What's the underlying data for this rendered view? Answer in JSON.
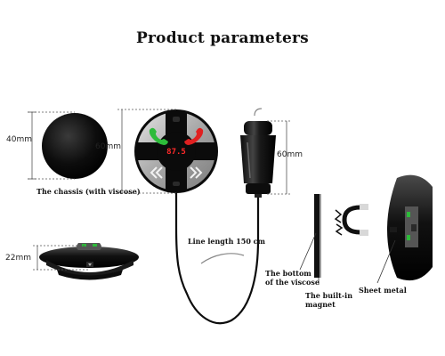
{
  "title": "Product parameters",
  "dimensions": {
    "chassis_diameter": "40mm",
    "device_diameter": "60mm",
    "charger_height": "60mm",
    "device_height": "22mm"
  },
  "labels": {
    "chassis": "The chassis (with viscose)",
    "line_length": "Line length 150 cm",
    "bottom_viscose_1": "The bottom",
    "bottom_viscose_2": "of the viscose",
    "magnet_1": "The built-in",
    "magnet_2": "magnet",
    "sheet_metal": "Sheet metal"
  },
  "display": {
    "frequency": "87.5"
  },
  "colors": {
    "device_body": "#111111",
    "silver": "#a9a9a9",
    "green_button": "#2dbb3a",
    "red_button": "#e02020",
    "display_red": "#ff2a2a"
  }
}
